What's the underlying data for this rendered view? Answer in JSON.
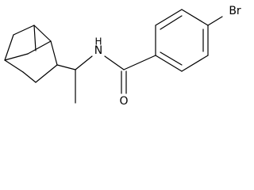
{
  "molecule": {
    "atoms": {
      "nh": "N\nH",
      "nh_n": "N",
      "nh_h": "H",
      "o": "O",
      "br": "Br"
    },
    "colors": {
      "bond": "#000000",
      "text": "#000000",
      "background": "#ffffff"
    }
  }
}
